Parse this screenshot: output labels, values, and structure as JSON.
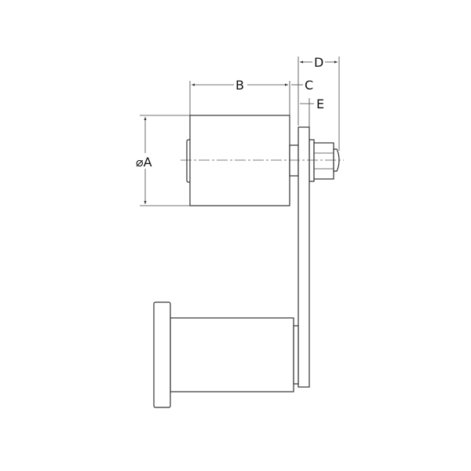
{
  "drawing": {
    "labels": {
      "a": "⌀A",
      "b": "B",
      "c": "C",
      "d": "D",
      "e": "E"
    }
  }
}
